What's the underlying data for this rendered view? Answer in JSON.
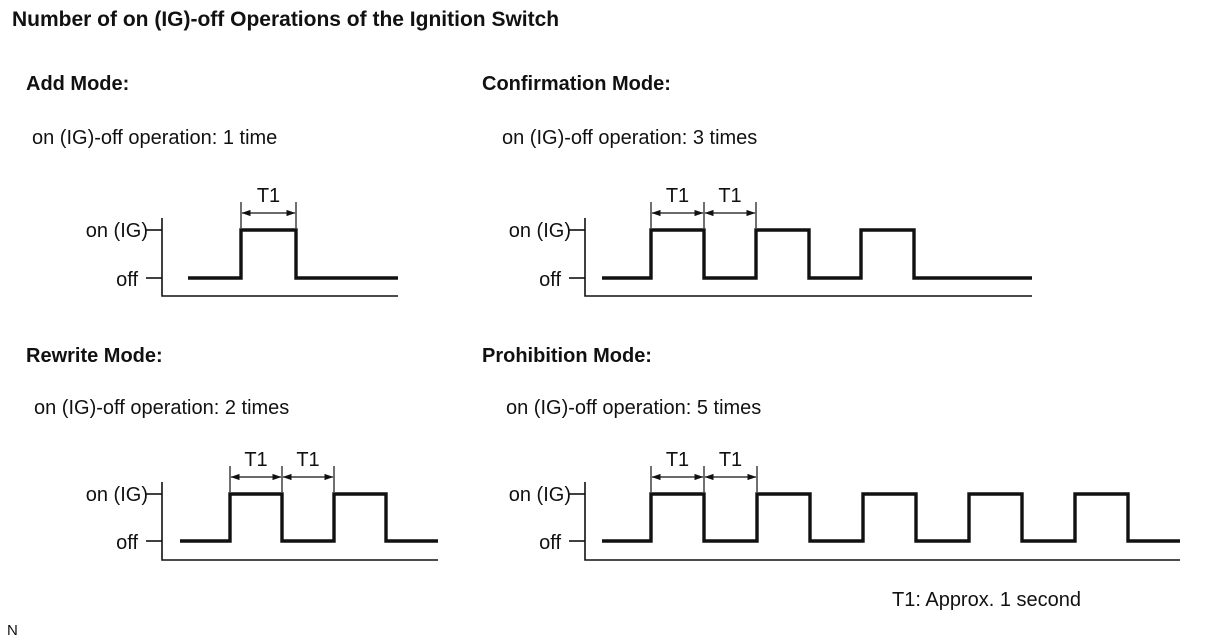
{
  "title": "Number of on (IG)-off Operations of the Ignition Switch",
  "level_labels": {
    "on": "on (IG)",
    "off": "off"
  },
  "t1_label": "T1",
  "modes": [
    {
      "id": "add",
      "name": "Add Mode:",
      "operation_text": "on (IG)-off operation: 1 time",
      "pulses": 1,
      "marked_intervals": 1
    },
    {
      "id": "confirmation",
      "name": "Confirmation Mode:",
      "operation_text": "on (IG)-off operation: 3 times",
      "pulses": 3,
      "marked_intervals": 2
    },
    {
      "id": "rewrite",
      "name": "Rewrite Mode:",
      "operation_text": "on (IG)-off operation: 2 times",
      "pulses": 2,
      "marked_intervals": 2
    },
    {
      "id": "prohibition",
      "name": "Prohibition Mode:",
      "operation_text": "on (IG)-off operation: 5 times",
      "pulses": 5,
      "marked_intervals": 2
    }
  ],
  "note": "T1: Approx. 1 second",
  "corner_mark": "N"
}
